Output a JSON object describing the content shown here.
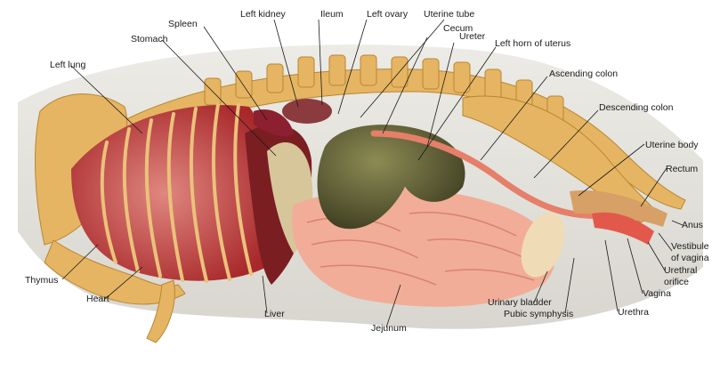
{
  "labels": {
    "left_kidney": "Left kidney",
    "ileum": "Ileum",
    "left_ovary": "Left ovary",
    "uterine_tube": "Uterine tube",
    "spleen": "Spleen",
    "cecum": "Cecum",
    "ureter": "Ureter",
    "stomach": "Stomach",
    "left_horn_of_uterus": "Left horn of uterus",
    "left_lung": "Left lung",
    "ascending_colon": "Ascending colon",
    "descending_colon": "Descending colon",
    "uterine_body": "Uterine body",
    "rectum": "Rectum",
    "anus": "Anus",
    "vestibule_line1": "Vestibule",
    "vestibule_line2": "of vagina",
    "thymus": "Thymus",
    "urethral_orifice_line1": "Urethral",
    "urethral_orifice_line2": "orifice",
    "heart": "Heart",
    "urinary_bladder": "Urinary bladder",
    "vagina": "Vagina",
    "pubic_symphysis": "Pubic symphysis",
    "liver": "Liver",
    "urethra": "Urethra",
    "jejunum": "Jejunum"
  }
}
